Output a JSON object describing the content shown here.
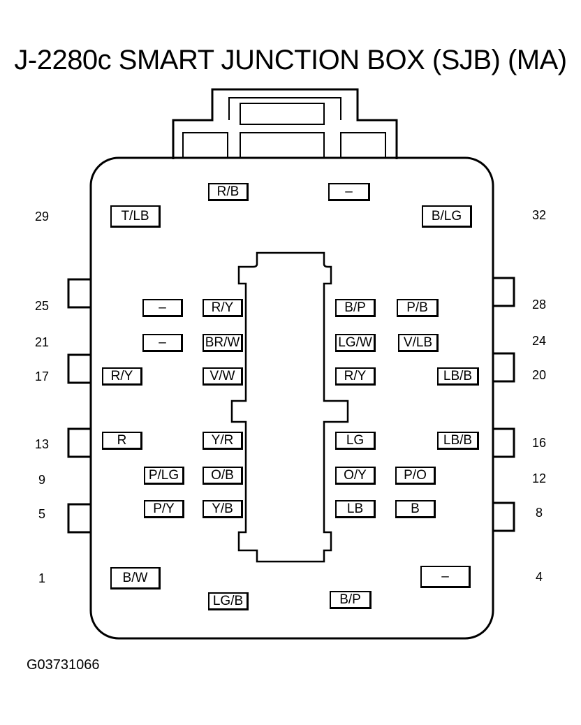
{
  "title": "J-2280c SMART JUNCTION BOX (SJB) (MA)",
  "figure_id": "G03731066",
  "pin_numbers": {
    "p29": "29",
    "p32": "32",
    "p25": "25",
    "p28": "28",
    "p21": "21",
    "p24": "24",
    "p17": "17",
    "p20": "20",
    "p13": "13",
    "p16": "16",
    "p9": "9",
    "p12": "12",
    "p5": "5",
    "p8": "8",
    "p1": "1",
    "p4": "4"
  },
  "wires": {
    "top_left": "R/B",
    "top_right": "–",
    "p29": "T/LB",
    "p32": "B/LG",
    "r25_outer_left": "–",
    "r25_inner_left": "R/Y",
    "r25_inner_right": "B/P",
    "r25_outer_right": "P/B",
    "r21_outer_left": "–",
    "r21_inner_left": "BR/W",
    "r21_inner_right": "LG/W",
    "r21_outer_right": "V/LB",
    "r17_outer_left": "R/Y",
    "r17_inner_left": "V/W",
    "r17_inner_right": "R/Y",
    "r17_outer_right": "LB/B",
    "r13_outer_left": "R",
    "r13_inner_left": "Y/R",
    "r13_inner_right": "LG",
    "r13_outer_right": "LB/B",
    "r9_outer_left": "P/LG",
    "r9_inner_left": "O/B",
    "r9_inner_right": "O/Y",
    "r9_outer_right": "P/O",
    "r5_outer_left": "P/Y",
    "r5_inner_left": "Y/B",
    "r5_inner_right": "LB",
    "r5_outer_right": "B",
    "p1": "B/W",
    "p4": "–",
    "bottom_left": "LG/B",
    "bottom_right": "B/P"
  }
}
